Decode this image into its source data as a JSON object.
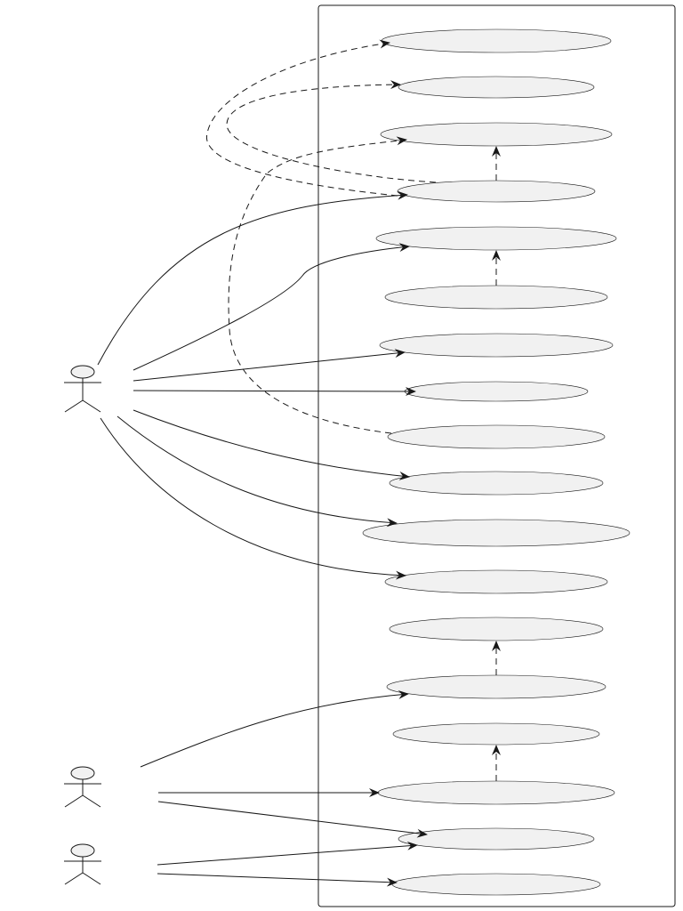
{
  "diagram": {
    "type": "use-case",
    "colors": {
      "stroke": "#181818",
      "usecase_fill": "#f1f1f1",
      "background": "#ffffff"
    },
    "actors": [
      {
        "id": "actor-1"
      },
      {
        "id": "actor-2"
      },
      {
        "id": "actor-3"
      }
    ],
    "use_cases": [
      {
        "id": "uc-1"
      },
      {
        "id": "uc-2"
      },
      {
        "id": "uc-3"
      },
      {
        "id": "uc-4"
      },
      {
        "id": "uc-5"
      },
      {
        "id": "uc-6"
      },
      {
        "id": "uc-7"
      },
      {
        "id": "uc-8"
      },
      {
        "id": "uc-9"
      },
      {
        "id": "uc-10"
      },
      {
        "id": "uc-11"
      },
      {
        "id": "uc-12"
      },
      {
        "id": "uc-13"
      },
      {
        "id": "uc-14"
      },
      {
        "id": "uc-15"
      },
      {
        "id": "uc-16"
      },
      {
        "id": "uc-17"
      },
      {
        "id": "uc-18"
      }
    ],
    "associations": [
      {
        "from": "actor-1",
        "to": "uc-4"
      },
      {
        "from": "actor-1",
        "to": "uc-5"
      },
      {
        "from": "actor-1",
        "to": "uc-7"
      },
      {
        "from": "actor-1",
        "to": "uc-8"
      },
      {
        "from": "actor-1",
        "to": "uc-10"
      },
      {
        "from": "actor-1",
        "to": "uc-11"
      },
      {
        "from": "actor-1",
        "to": "uc-12"
      },
      {
        "from": "actor-2",
        "to": "uc-14"
      },
      {
        "from": "actor-2",
        "to": "uc-16"
      },
      {
        "from": "actor-2",
        "to": "uc-17"
      },
      {
        "from": "actor-3",
        "to": "uc-17"
      },
      {
        "from": "actor-3",
        "to": "uc-18"
      }
    ],
    "dependencies": [
      {
        "from": "uc-4",
        "to": "uc-1",
        "style": "dashed"
      },
      {
        "from": "uc-4",
        "to": "uc-2",
        "style": "dashed"
      },
      {
        "from": "uc-4",
        "to": "uc-3",
        "style": "dashed"
      },
      {
        "from": "uc-6",
        "to": "uc-5",
        "style": "dashed"
      },
      {
        "from": "uc-9",
        "to": "uc-3",
        "style": "dashed"
      },
      {
        "from": "uc-14",
        "to": "uc-13",
        "style": "dashed"
      },
      {
        "from": "uc-16",
        "to": "uc-15",
        "style": "dashed"
      }
    ]
  }
}
